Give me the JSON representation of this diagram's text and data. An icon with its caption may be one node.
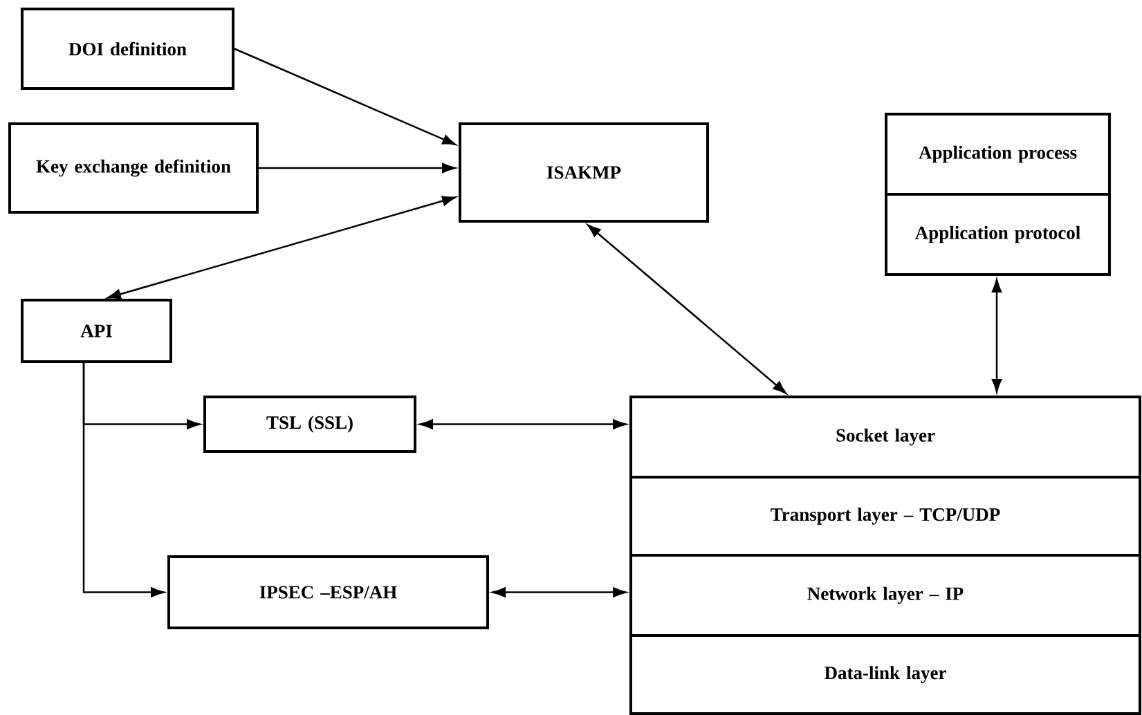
{
  "diagram": {
    "nodes": [
      {
        "text": [
          "DOI definition"
        ]
      },
      {
        "text": [
          "Key exchange definition"
        ]
      },
      {
        "text": [
          "ISAKMP"
        ]
      },
      {
        "text": [
          "Application process"
        ]
      },
      {
        "text": [
          "Application protocol"
        ]
      },
      {
        "text": [
          "API"
        ]
      },
      {
        "text": [
          "TSL (SSL)"
        ]
      },
      {
        "text": [
          "Socket layer"
        ]
      },
      {
        "text": [
          "Transport layer – TCP/UDP"
        ]
      },
      {
        "text": [
          "Network layer – IP"
        ]
      },
      {
        "text": [
          "Data-link layer"
        ]
      },
      {
        "text": [
          "IPSEC –ESP/AH"
        ]
      }
    ],
    "edges": [
      {
        "from": 0,
        "to": 2,
        "arrow": "to"
      },
      {
        "from": 1,
        "to": 2,
        "arrow": "to"
      },
      {
        "from": 2,
        "to": 5,
        "arrow": "both"
      },
      {
        "from": 2,
        "to": 7,
        "arrow": "both"
      },
      {
        "from": 4,
        "to": 7,
        "arrow": "both"
      },
      {
        "from": 5,
        "to": 6,
        "arrow": "to"
      },
      {
        "from": 5,
        "to": 11,
        "arrow": "to"
      },
      {
        "from": 6,
        "to": 7,
        "arrow": "both"
      },
      {
        "from": 11,
        "to": 9,
        "arrow": "both"
      }
    ]
  }
}
